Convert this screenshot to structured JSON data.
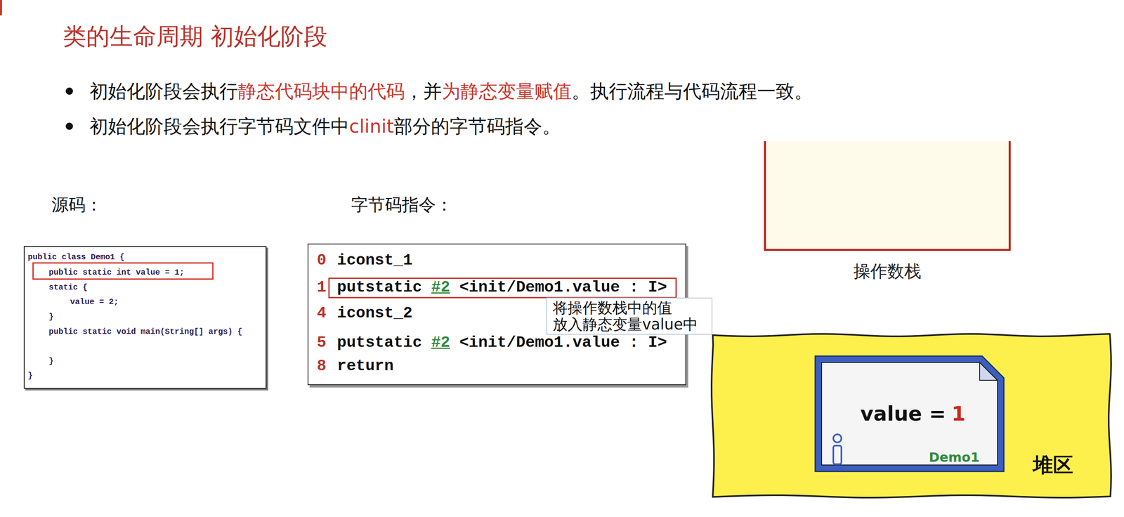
{
  "diagram": {
    "title": "类的生命周期 初始化阶段",
    "nodes": [
      {
        "text": [
          "操作数栈"
        ]
      },
      {
        "text": [
          "public class Demo1 {",
          "public static int value = 1;",
          "static {",
          "value = 2;",
          "}",
          "public static void main(String[] args) {",
          "}",
          "}"
        ]
      },
      {
        "text": [
          "0",
          "iconst_1",
          "1",
          "putstatic",
          "#2",
          "<init/Demo1.value : I>",
          "4",
          "iconst_2",
          "5",
          "putstatic",
          "#2",
          "<init/Demo1.value : I>",
          "8",
          "return"
        ]
      },
      {
        "text": [
          "将操作数栈中的值 放入静态变量value中"
        ]
      },
      {
        "text": [
          "堆区"
        ]
      },
      {
        "text": [
          "value =",
          "1",
          "Demo1"
        ],
        "in": 4
      }
    ],
    "labels": [
      "初始化阶段会执行",
      "静态代码块中的代码",
      "，并",
      "为静态变量赋值",
      "。执行流程与代码流程一致。",
      "初始化阶段会执行字节码文件中",
      "clinit",
      "部分的字节码指令。",
      "源码：",
      "字节码指令："
    ]
  }
}
